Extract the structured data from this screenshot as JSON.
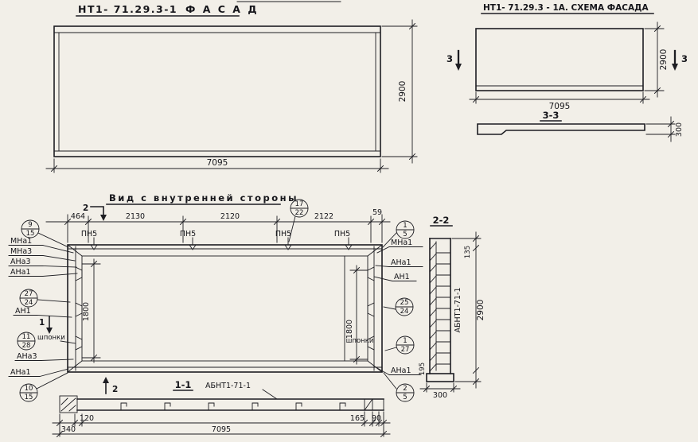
{
  "facade": {
    "title_left": "НТ1- 71.29.3-1",
    "title_right": "Ф А С А Д",
    "dim_width": "7095",
    "dim_height": "2900"
  },
  "schema": {
    "title": "НТ1- 71.29.3 - 1А. СХЕМА ФАСАДА",
    "cut_left": "3",
    "cut_right": "3",
    "dim_width": "7095",
    "dim_height": "2900",
    "section_title": "3-3",
    "dim_thickness": "300"
  },
  "inner": {
    "title": "Вид с внутренней стороны",
    "dims_top": [
      "464",
      "2130",
      "2120",
      "2122",
      "59"
    ],
    "pn_labels": [
      "ПН5",
      "ПН5",
      "ПН5",
      "ПН5"
    ],
    "balloon_top": {
      "num": "17",
      "den": "22"
    },
    "cut2_top": "2",
    "cut2_bottom": "2",
    "cut1": "1",
    "left": {
      "balloon_a": {
        "num": "9",
        "den": "15"
      },
      "label_mna1": "МНа1",
      "label_mna3": "МНа3",
      "label_ana3": "АНа3",
      "label_ana1": "АНа1",
      "balloon_b": {
        "num": "27",
        "den": "24"
      },
      "label_an1": "АН1",
      "balloon_c": {
        "num": "11",
        "den": "28"
      },
      "label_keys": "шпонки",
      "label_ana3_2": "АНа3",
      "label_ana1_2": "АНа1",
      "balloon_d": {
        "num": "10",
        "den": "15"
      }
    },
    "right": {
      "balloon_a": {
        "num": "1",
        "den": "5"
      },
      "label_mna1": "МНа1",
      "label_ana1": "АНа1",
      "label_an1": "АН1",
      "balloon_b": {
        "num": "25",
        "den": "24"
      },
      "label_keys": "шпонки",
      "balloon_c": {
        "num": "1",
        "den": "27"
      },
      "label_ana1_2": "АНа1",
      "balloon_d": {
        "num": "2",
        "den": "5"
      }
    },
    "dim_left_vert": "1800",
    "dim_right_vert": "1800",
    "section_title": "1-1",
    "item_mark": "АБНТ1-71-1",
    "dims_bottom": {
      "d340": "340",
      "d120": "120",
      "overall": "7095",
      "d165": "165",
      "d90": "90"
    }
  },
  "section22": {
    "title": "2-2",
    "dim_height": "2900",
    "dim_top": "135",
    "dim_bottom": "195",
    "item_mark": "АБНТ1-71-1",
    "dim_width": "300"
  }
}
